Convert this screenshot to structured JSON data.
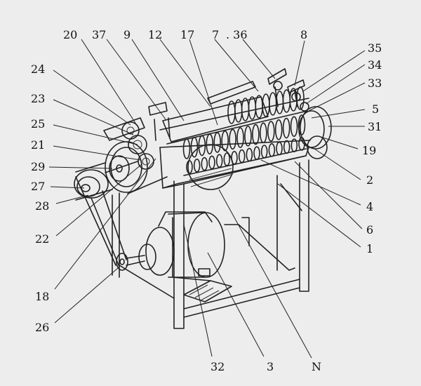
{
  "figure": {
    "labels": {
      "l20": "20",
      "l37": "37",
      "l9": "9",
      "l12": "12",
      "l17": "17",
      "l7": "7",
      "l36": ". 36",
      "l8": "8",
      "l35": "35",
      "l34": "34",
      "l33": "33",
      "l5": "5",
      "l31": "31",
      "l19": "19",
      "l2": "2",
      "l4": "4",
      "l6": "6",
      "l1": "1",
      "l24": "24",
      "l23": "23",
      "l25": "25",
      "l21": "21",
      "l29": "29",
      "l27": "27",
      "l28": "28",
      "l22": "22",
      "l18": "18",
      "l26": "26",
      "l32": "32",
      "l3": "3",
      "lN": "N"
    }
  }
}
